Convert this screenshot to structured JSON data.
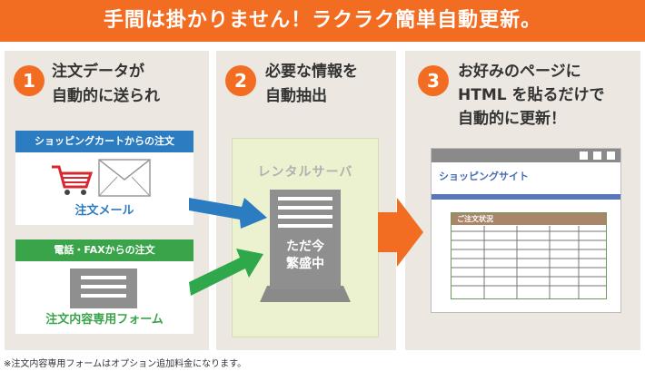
{
  "banner": {
    "title": "手間は掛かりません！ラクラク簡単自動更新。"
  },
  "steps": [
    {
      "number": "1",
      "text": "注文データが\n自動的に送られ"
    },
    {
      "number": "2",
      "text": "必要な情報を\n自動抽出"
    },
    {
      "number": "3",
      "text": "お好みのページに\nHTML を貼るだけで\n自動的に更新！"
    }
  ],
  "mail_card": {
    "header": "ショッピングカートからの注文",
    "label": "注文メール",
    "header_color": "#2b7cc1"
  },
  "form_card": {
    "header": "電話・FAXからの注文",
    "label": "注文内容専用フォーム",
    "header_color": "#3aa44a"
  },
  "server": {
    "title": "レンタルサーバ",
    "badge": "ただ今\n繁盛中"
  },
  "website": {
    "title": "ショッピングサイト",
    "section": "ご注文状況"
  },
  "footnote": "※注文内容専用フォームはオプション追加料金になります。",
  "colors": {
    "orange": "#f26d21",
    "blue_arrow": "#2b7cc1",
    "green_arrow": "#2ea84b"
  }
}
